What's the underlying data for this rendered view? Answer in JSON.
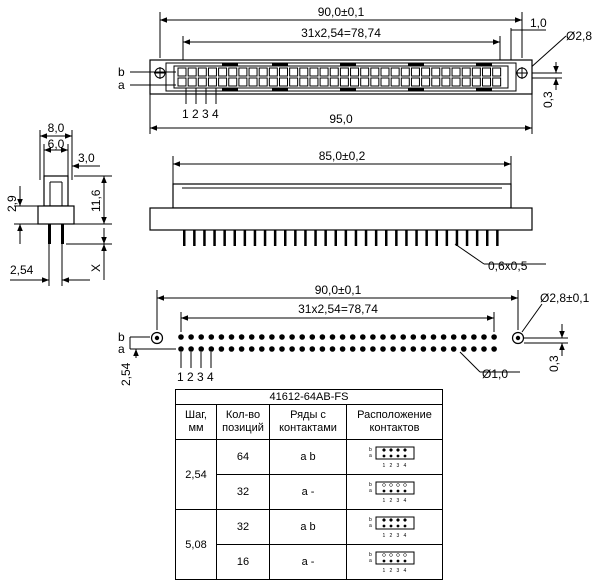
{
  "top_view": {
    "dim_overall": "90,0±0,1",
    "dim_pitch": "31x2,54=78,74",
    "dim_edge": "1,0",
    "dim_hole": "Ø2,8",
    "dim_length": "95,0",
    "dim_offset": "0,3",
    "row_b": "b",
    "row_a": "a",
    "pin_nums": [
      "1",
      "2",
      "3",
      "4"
    ]
  },
  "side_view": {
    "dim_width": "8,0",
    "dim_inner": "6,0",
    "dim_pin_len": "3,0",
    "dim_height_low": "2,9",
    "dim_height": "11,6",
    "dim_row_pitch": "2,54",
    "dim_x": "X"
  },
  "front_view": {
    "dim_body": "85,0±0,2",
    "dim_pin": "0,6x0,5"
  },
  "footprint": {
    "dim_overall": "90,0±0,1",
    "dim_pitch": "31x2,54=78,74",
    "dim_hole": "Ø2,8±0,1",
    "dim_pad": "Ø1,0",
    "dim_row": "2,54",
    "dim_offset": "0,3",
    "row_b": "b",
    "row_a": "a",
    "pin_nums": [
      "1",
      "2",
      "3",
      "4"
    ]
  },
  "table": {
    "title": "41612-64AB-FS",
    "headers": [
      "Шаг, мм",
      "Кол-во позиций",
      "Ряды с контактами",
      "Расположение контактов"
    ],
    "groups": [
      {
        "pitch": "2,54",
        "rows": [
          {
            "count": "64",
            "rows_label": "a b",
            "layout": "ab"
          },
          {
            "count": "32",
            "rows_label": "a -",
            "layout": "a"
          }
        ]
      },
      {
        "pitch": "5,08",
        "rows": [
          {
            "count": "32",
            "rows_label": "a b",
            "layout": "ab"
          },
          {
            "count": "16",
            "rows_label": "a -",
            "layout": "a"
          }
        ]
      }
    ]
  }
}
